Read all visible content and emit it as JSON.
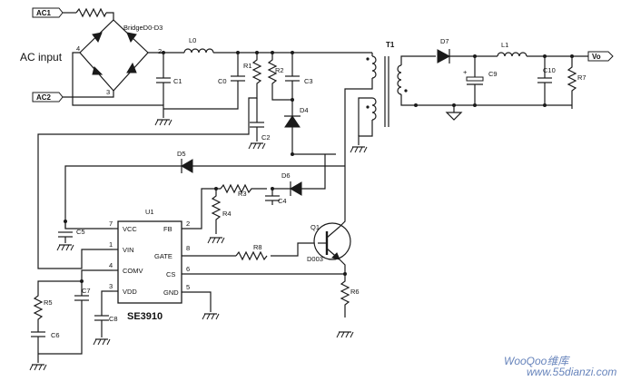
{
  "ports": {
    "ac1": "AC1",
    "ac2": "AC2",
    "vo": "Vo"
  },
  "title": {
    "ac_input": "AC input"
  },
  "bridge": {
    "label": "BridgeD0-D3"
  },
  "nodes": {
    "n4": "4",
    "n2": "2",
    "n3": "3"
  },
  "parts": {
    "l0": "L0",
    "c1": "C1",
    "c0": "C0",
    "r1": "R1",
    "r2": "R2",
    "c3": "C3",
    "c2": "C2",
    "d4": "D4",
    "t1": "T1",
    "d7": "D7",
    "l1": "L1",
    "c9": "C9",
    "c10": "C10",
    "r7": "R7",
    "d5": "D5",
    "d6": "D6",
    "r3": "R3",
    "c4": "C4",
    "r4": "R4",
    "c5": "C5",
    "r8": "R8",
    "q1": "Q1",
    "q1_model": "D003",
    "r6": "R6",
    "r5": "R5",
    "c7": "C7",
    "c8": "C8",
    "c6": "C6"
  },
  "ic": {
    "ref": "U1",
    "name": "SE3910",
    "pins_left": [
      {
        "num": "7",
        "name": "VCC"
      },
      {
        "num": "1",
        "name": "VIN"
      },
      {
        "num": "4",
        "name": "COMV"
      },
      {
        "num": "3",
        "name": "VDD"
      }
    ],
    "pins_right": [
      {
        "num": "2",
        "name": "FB"
      },
      {
        "num": "8",
        "name": "GATE"
      },
      {
        "num": "6",
        "name": "CS"
      },
      {
        "num": "5",
        "name": "GND"
      }
    ]
  },
  "watermark": {
    "site": "www.55dianzi.com",
    "brand": "WooQoo维库"
  }
}
